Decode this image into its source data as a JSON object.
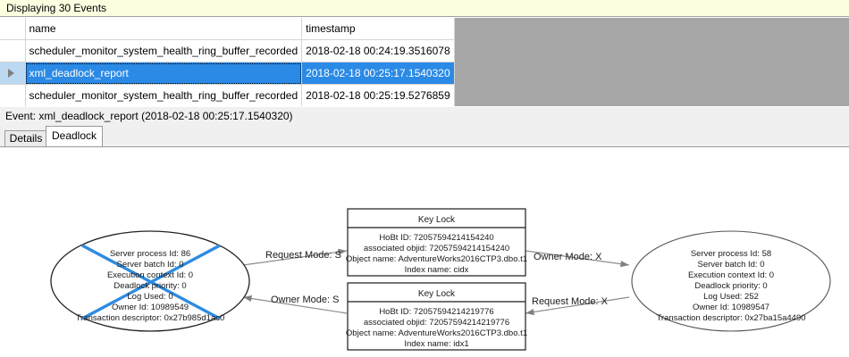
{
  "status_bar": {
    "text": "Displaying 30 Events"
  },
  "grid": {
    "columns": [
      "",
      "name",
      "timestamp"
    ],
    "rows": [
      {
        "selector": "",
        "name": "scheduler_monitor_system_health_ring_buffer_recorded",
        "timestamp": "2018-02-18 00:24:19.3516078",
        "selected": false
      },
      {
        "selector": "play-triangle",
        "name": "xml_deadlock_report",
        "timestamp": "2018-02-18 00:25:17.1540320",
        "selected": true
      },
      {
        "selector": "",
        "name": "scheduler_monitor_system_health_ring_buffer_recorded",
        "timestamp": "2018-02-18 00:25:19.5276859",
        "selected": false
      }
    ]
  },
  "event_caption": {
    "text": "Event: xml_deadlock_report (2018-02-18 00:25:17.1540320)"
  },
  "tabs": [
    {
      "label": "Details",
      "active": false
    },
    {
      "label": "Deadlock",
      "active": true
    }
  ],
  "deadlock_graph": {
    "victim_color": "#2e8bdf",
    "processes": [
      {
        "id": "process-left",
        "is_victim": true,
        "lines": [
          "Server process Id: 86",
          "Server batch Id: 0",
          "Execution context Id: 0",
          "Deadlock priority: 0",
          "Log Used: 0",
          "Owner Id: 10989549",
          "Transaction descriptor: 0x27b985d1ac0"
        ]
      },
      {
        "id": "process-right",
        "is_victim": false,
        "lines": [
          "Server process Id: 58",
          "Server batch Id: 0",
          "Execution context Id: 0",
          "Deadlock priority: 0",
          "Log Used: 252",
          "Owner Id: 10989547",
          "Transaction descriptor: 0x27ba15a4490"
        ]
      }
    ],
    "resources": [
      {
        "id": "keylock-top",
        "title": "Key Lock",
        "lines": [
          "HoBt ID: 72057594214154240",
          "associated objid: 72057594214154240",
          "Object name: AdventureWorks2016CTP3.dbo.t1",
          "Index name: cidx"
        ]
      },
      {
        "id": "keylock-bottom",
        "title": "Key Lock",
        "lines": [
          "HoBt ID: 72057594214219776",
          "associated objid: 72057594214219776",
          "Object name: AdventureWorks2016CTP3.dbo.t1",
          "Index name: idx1"
        ]
      }
    ],
    "edges": [
      {
        "id": "edge-request-s",
        "label": "Request Mode: S"
      },
      {
        "id": "edge-owner-s",
        "label": "Owner Mode: S"
      },
      {
        "id": "edge-owner-x",
        "label": "Owner Mode: X"
      },
      {
        "id": "edge-request-x",
        "label": "Request Mode: X"
      }
    ]
  }
}
